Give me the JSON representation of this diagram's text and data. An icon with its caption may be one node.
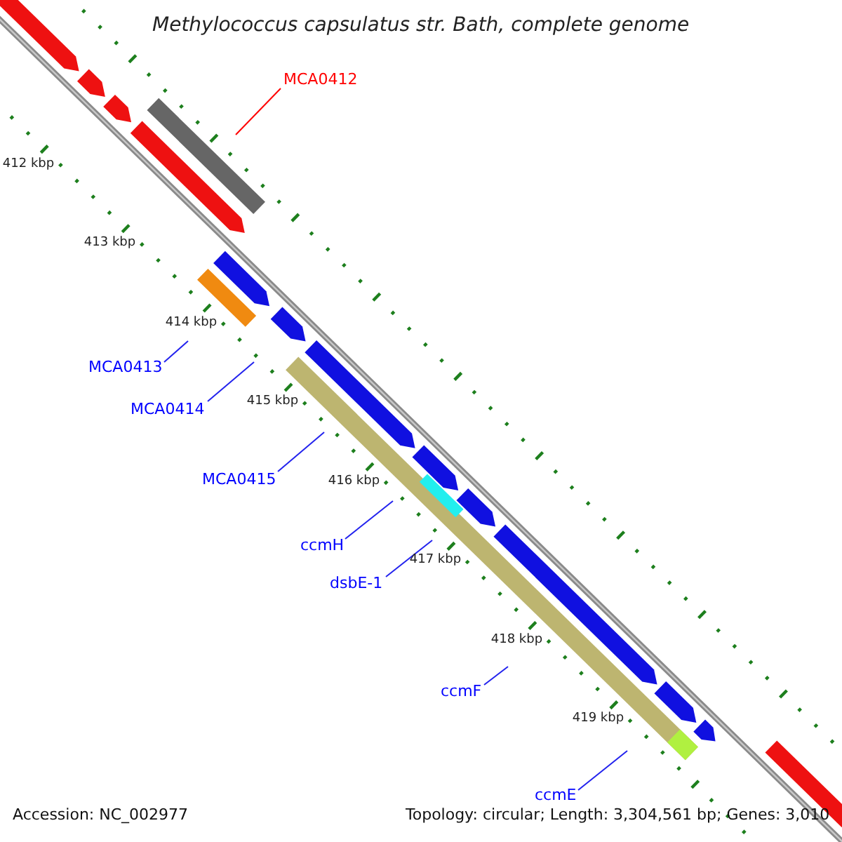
{
  "diagram": {
    "title": "Methylococcus capsulatus str. Bath, complete genome",
    "nodes": [
      {
        "text": [
          "MCA0412"
        ]
      },
      {
        "text": [
          "MCA0413"
        ]
      },
      {
        "text": [
          "MCA0414"
        ]
      },
      {
        "text": [
          "MCA0415"
        ]
      },
      {
        "text": [
          "ccmH"
        ]
      },
      {
        "text": [
          "dsbE-1"
        ]
      },
      {
        "text": [
          "ccmF"
        ]
      },
      {
        "text": [
          "ccmE"
        ]
      }
    ],
    "edges": [
      {
        "from": 0,
        "to": null,
        "arrow": "none",
        "color": "#ff0000"
      },
      {
        "from": 1,
        "to": null,
        "arrow": "none"
      },
      {
        "from": 2,
        "to": null,
        "arrow": "none"
      },
      {
        "from": 3,
        "to": null,
        "arrow": "none"
      },
      {
        "from": 4,
        "to": null,
        "arrow": "none"
      },
      {
        "from": 5,
        "to": null,
        "arrow": "none"
      },
      {
        "from": 6,
        "to": null,
        "arrow": "none"
      },
      {
        "from": 7,
        "to": null,
        "arrow": "none"
      }
    ],
    "labels": [
      "412 kbp",
      "413 kbp",
      "414 kbp",
      "415 kbp",
      "416 kbp",
      "417 kbp",
      "418 kbp",
      "419 kbp",
      "Accession: NC_002977",
      "Topology: circular; Length: 3,304,561 bp; Genes: 3,010"
    ]
  }
}
